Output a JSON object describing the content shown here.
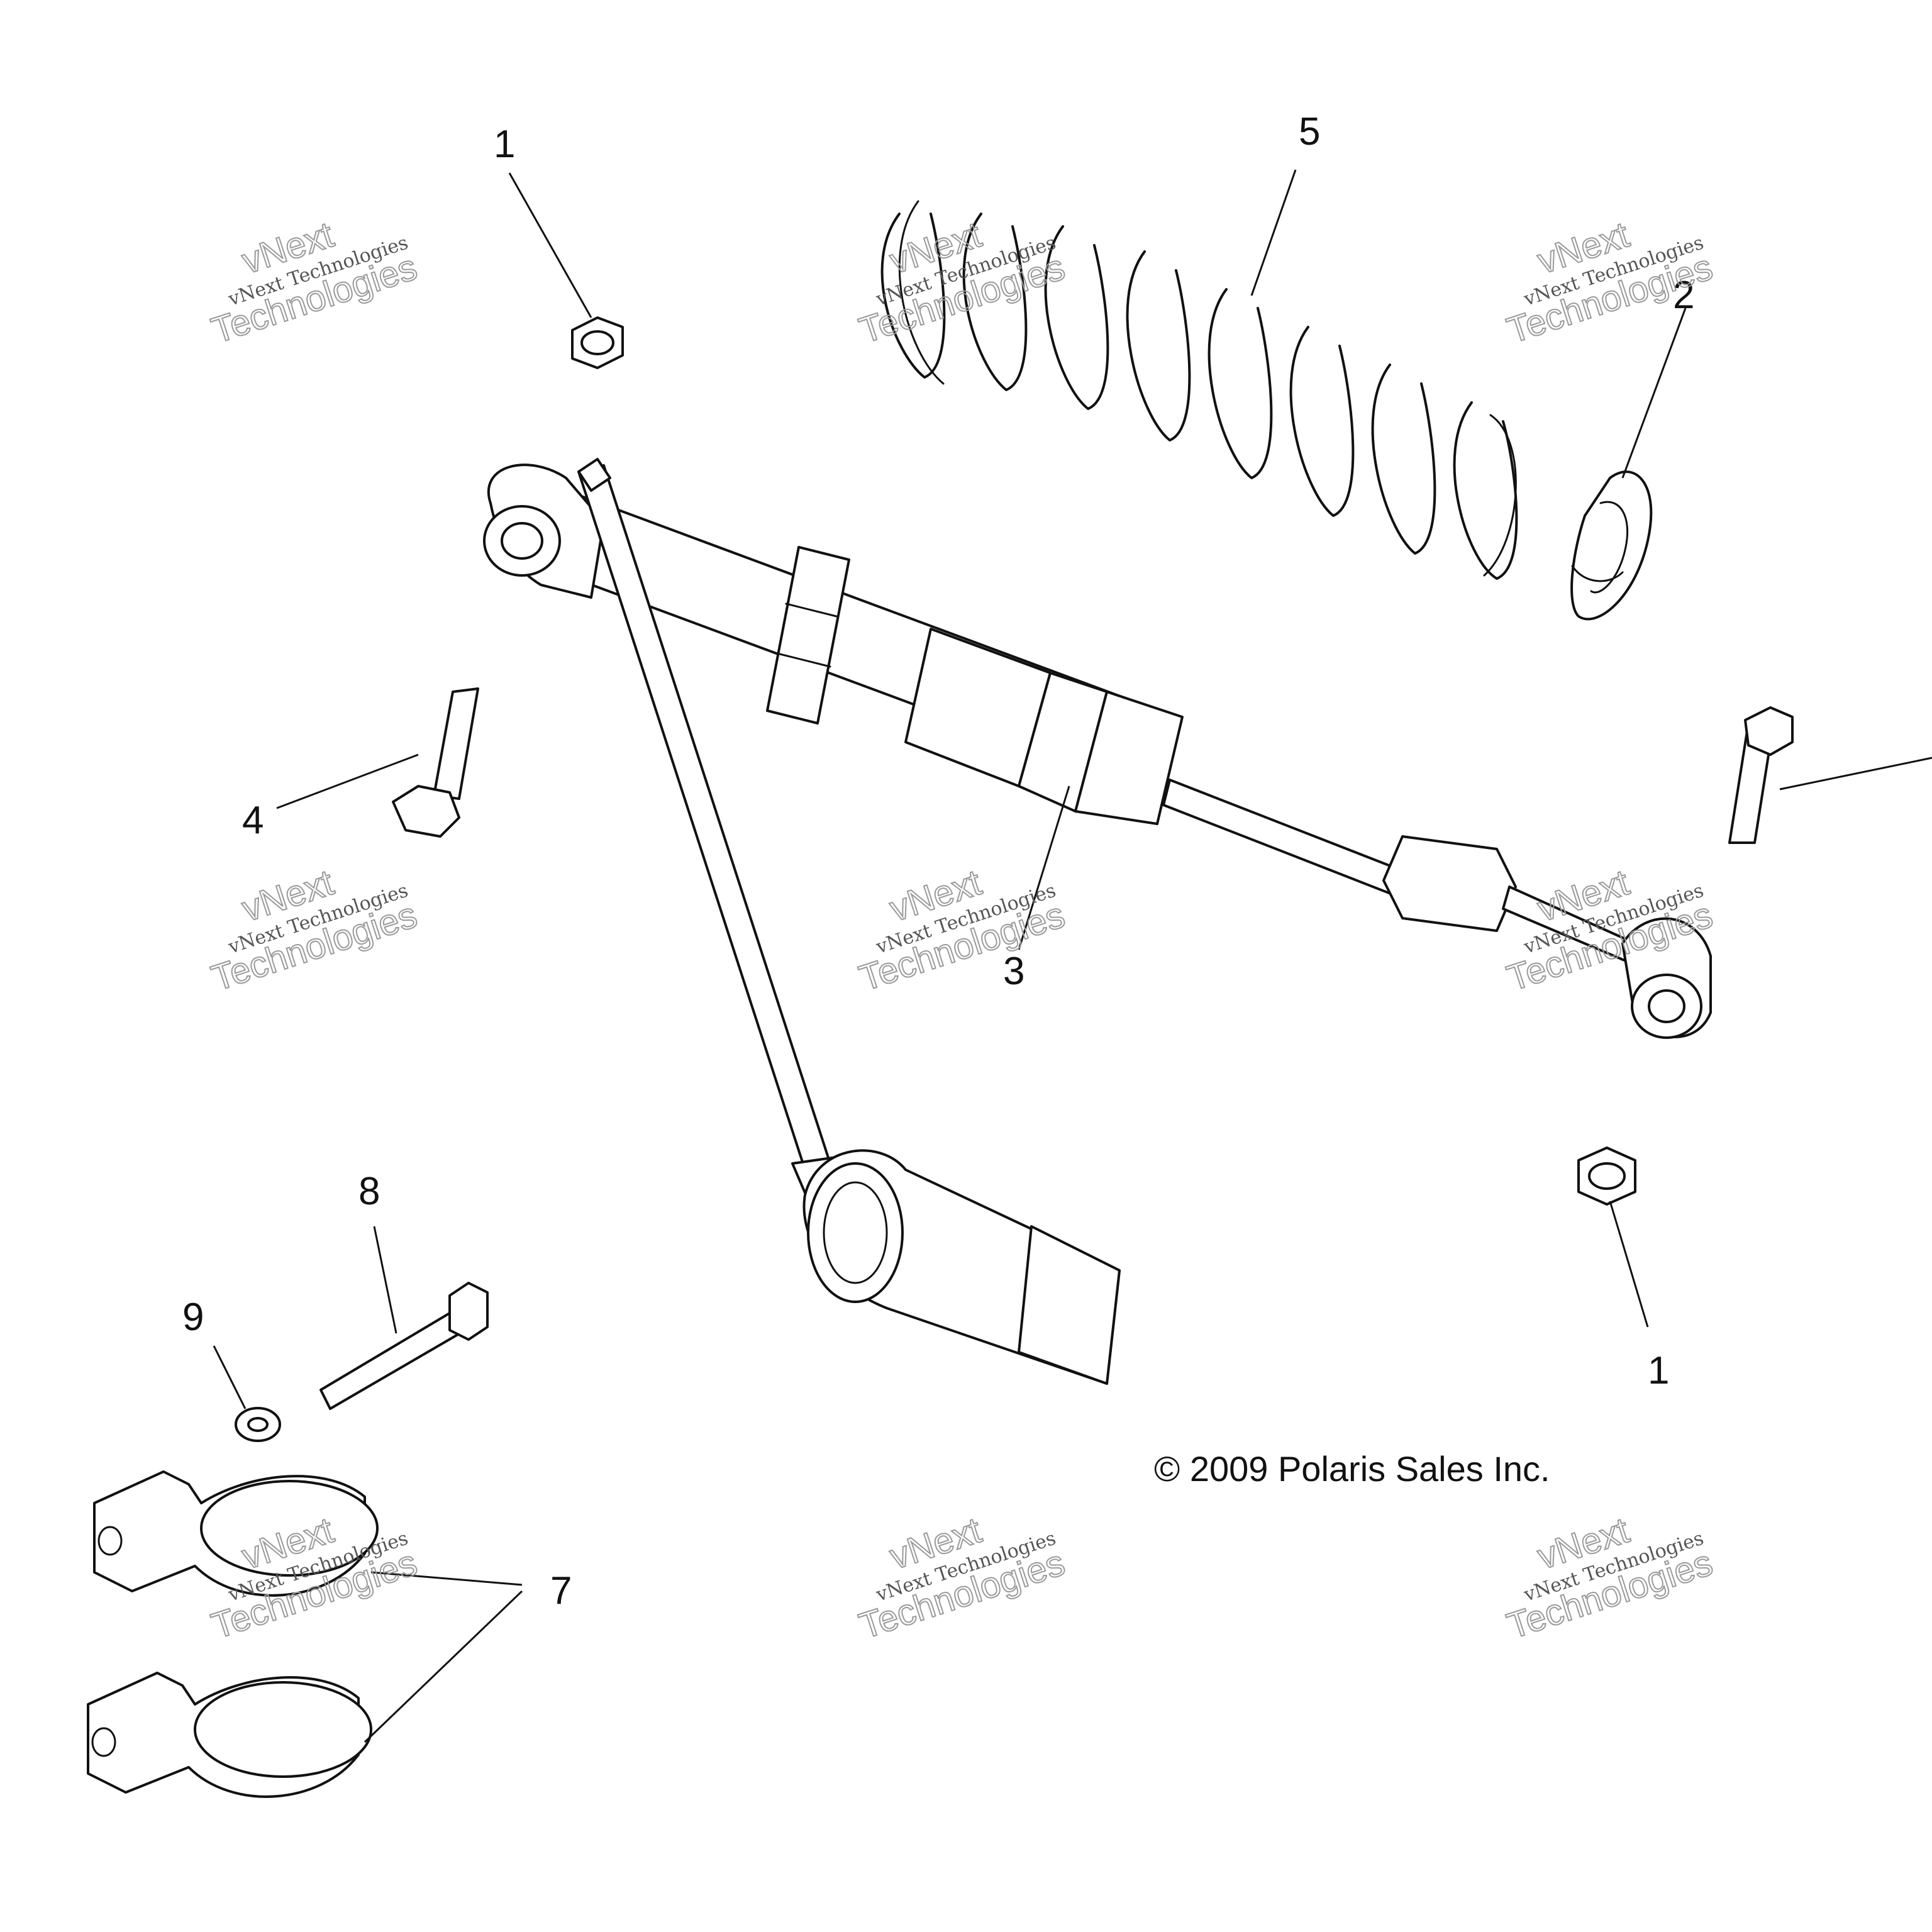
{
  "diagram": {
    "callouts": [
      "1",
      "5",
      "2",
      "4",
      "3",
      "8",
      "9",
      "1",
      "7"
    ],
    "copyright": "© 2009 Polaris Sales Inc.",
    "watermark": {
      "line1": "vNext",
      "line2": "vNext Technologies",
      "line3": "Technologies"
    },
    "colors": {
      "ink": "#111111",
      "watermark": "#9a9a9a",
      "background": "#ffffff"
    }
  }
}
